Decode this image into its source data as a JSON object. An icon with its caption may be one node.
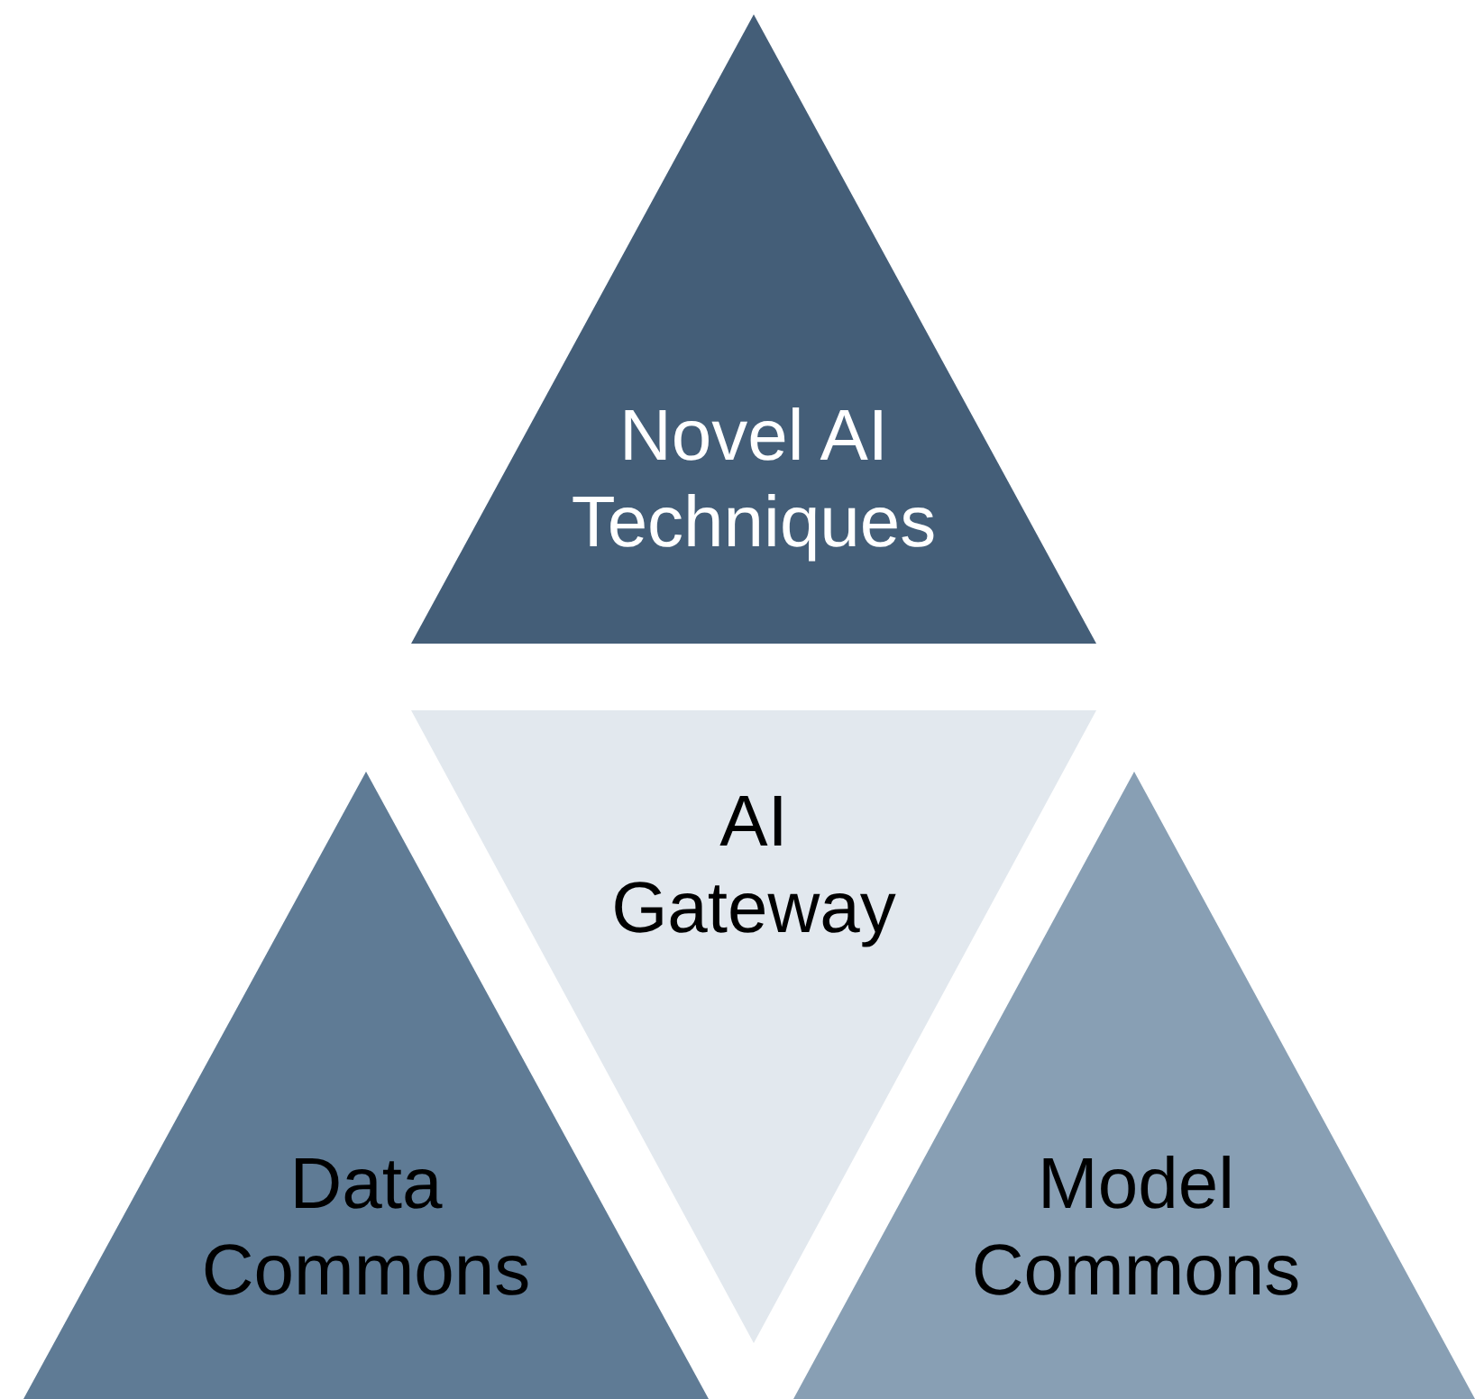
{
  "diagram": {
    "nodes": [
      {
        "text": [
          "Novel AI Techniques"
        ]
      },
      {
        "text": [
          "AI Gateway"
        ]
      },
      {
        "text": [
          "Data Commons"
        ]
      },
      {
        "text": [
          "Model Commons"
        ]
      }
    ]
  }
}
